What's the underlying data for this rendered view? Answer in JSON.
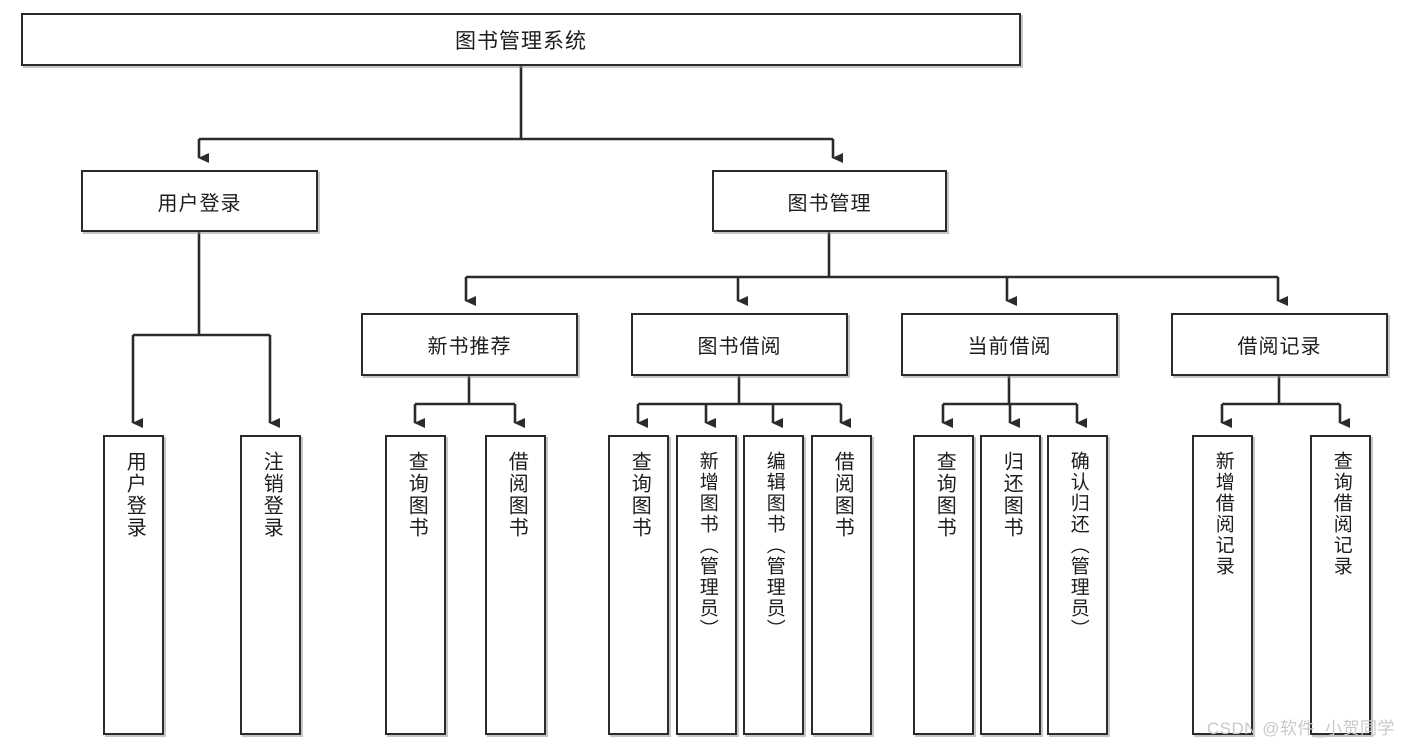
{
  "diagram": {
    "type": "tree",
    "title": "图书管理系统",
    "watermark": "CSDN @软件_小贺同学",
    "colors": {
      "box_border": "#2b2b2b",
      "box_fill": "#ffffff",
      "text": "#1d1d1d",
      "connector": "#2b2b2b",
      "watermark": "#c9c9c9"
    },
    "nodes": {
      "root": {
        "label": "图书管理系统"
      },
      "level2": [
        {
          "id": "user-login",
          "label": "用户登录"
        },
        {
          "id": "book-management",
          "label": "图书管理"
        }
      ],
      "level3": [
        {
          "id": "new-book-recommend",
          "label": "新书推荐"
        },
        {
          "id": "book-borrow",
          "label": "图书借阅"
        },
        {
          "id": "current-borrow",
          "label": "当前借阅"
        },
        {
          "id": "borrow-record",
          "label": "借阅记录"
        }
      ],
      "leaves": [
        {
          "id": "leaf-user-login",
          "parent": "user-login",
          "label": "用户登录"
        },
        {
          "id": "leaf-user-logout",
          "parent": "user-login",
          "label": "注销登录"
        },
        {
          "id": "leaf-query-book-1",
          "parent": "new-book-recommend",
          "label": "查询图书"
        },
        {
          "id": "leaf-borrow-book-1",
          "parent": "new-book-recommend",
          "label": "借阅图书"
        },
        {
          "id": "leaf-query-book-2",
          "parent": "book-borrow",
          "label": "查询图书"
        },
        {
          "id": "leaf-add-book",
          "parent": "book-borrow",
          "label": "新增图书（管理员）"
        },
        {
          "id": "leaf-edit-book",
          "parent": "book-borrow",
          "label": "编辑图书（管理员）"
        },
        {
          "id": "leaf-borrow-book-2",
          "parent": "book-borrow",
          "label": "借阅图书"
        },
        {
          "id": "leaf-query-book-3",
          "parent": "current-borrow",
          "label": "查询图书"
        },
        {
          "id": "leaf-return-book",
          "parent": "current-borrow",
          "label": "归还图书"
        },
        {
          "id": "leaf-confirm-return",
          "parent": "current-borrow",
          "label": "确认归还（管理员）"
        },
        {
          "id": "leaf-add-record",
          "parent": "borrow-record",
          "label": "新增借阅记录"
        },
        {
          "id": "leaf-query-record",
          "parent": "borrow-record",
          "label": "查询借阅记录"
        }
      ]
    }
  }
}
